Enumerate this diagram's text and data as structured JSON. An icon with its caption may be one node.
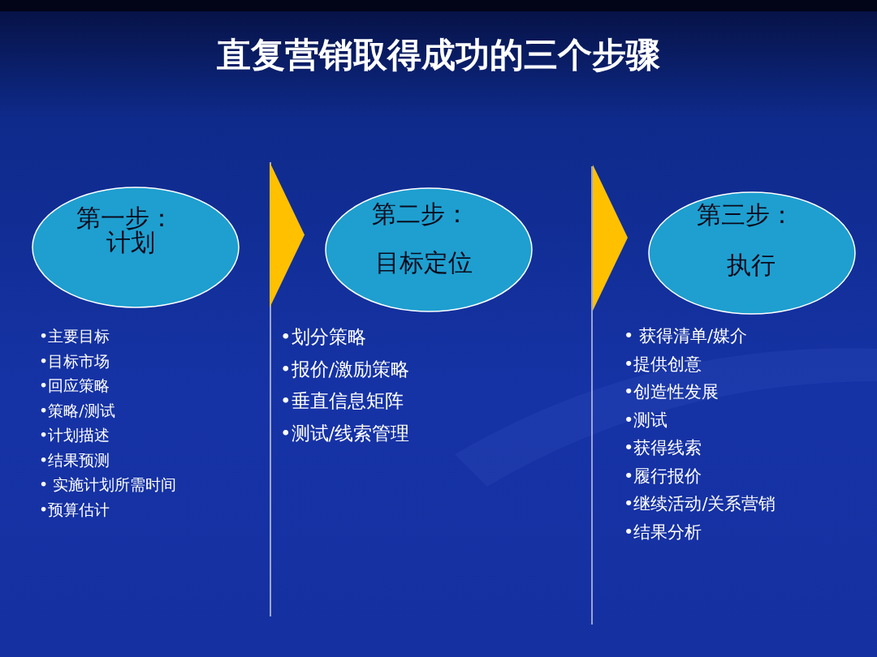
{
  "diagram": {
    "title": "直复营销取得成功的三个步骤",
    "nodes": [
      {
        "text": [
          "第一步：",
          "计划"
        ],
        "beside": [
          "•主要目标",
          "•目标市场",
          "•回应策略",
          "•策略/测试",
          "•计划描述",
          "•结果预测",
          "• 实施计划所需时间",
          "•预算估计"
        ]
      },
      {
        "text": [
          "第二步：",
          "目标定位"
        ],
        "beside": [
          "•划分策略",
          "•报价/激励策略",
          "•垂直信息矩阵",
          "•测试/线索管理"
        ]
      },
      {
        "text": [
          "第三步：",
          "执行"
        ],
        "beside": [
          "• 获得清单/媒介",
          "•提供创意",
          "•创造性发展",
          "•测试",
          "•获得线索",
          "•履行报价",
          "•继续活动/关系营销",
          "•结果分析"
        ]
      }
    ],
    "edges": [
      {
        "from": 0,
        "to": 1,
        "arrow": "to"
      },
      {
        "from": 1,
        "to": 2,
        "arrow": "to"
      }
    ]
  }
}
